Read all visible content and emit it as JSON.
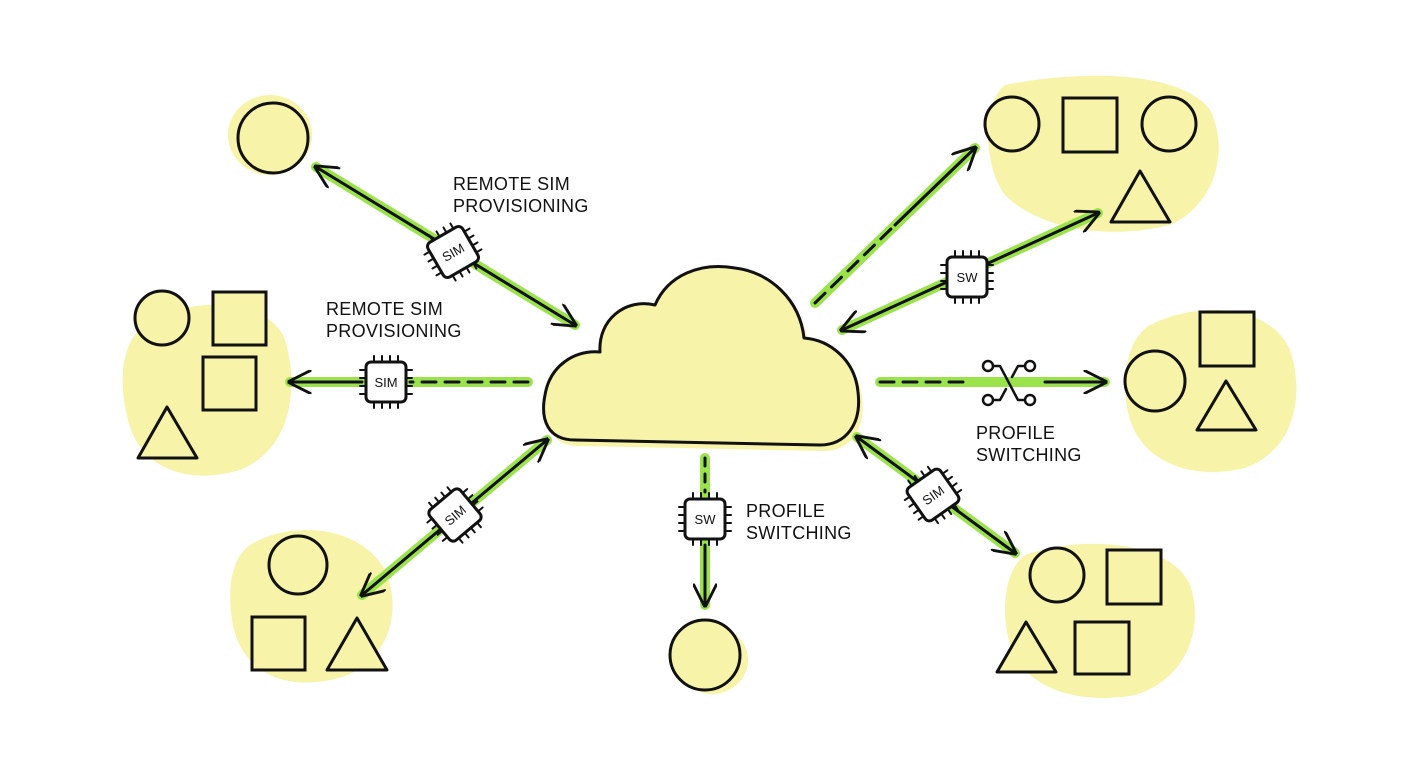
{
  "labels": {
    "remote_sim_top": [
      "REMOTE SIM",
      "PROVISIONING"
    ],
    "remote_sim_left": [
      "REMOTE SIM",
      "PROVISIONING"
    ],
    "profile_bottom": [
      "PROFILE",
      "SWITCHING"
    ],
    "profile_right": [
      "PROFILE",
      "SWITCHING"
    ]
  },
  "chips": {
    "sim": "SIM",
    "sw": "SW"
  },
  "icons": [
    "cloud-icon",
    "sim-chip-icon",
    "sw-chip-icon",
    "switch-icon",
    "arrow-icon"
  ],
  "colors": {
    "pastel": "#f7f3a8",
    "green": "#9be34a",
    "stroke": "#111111",
    "background": "#ffffff"
  }
}
